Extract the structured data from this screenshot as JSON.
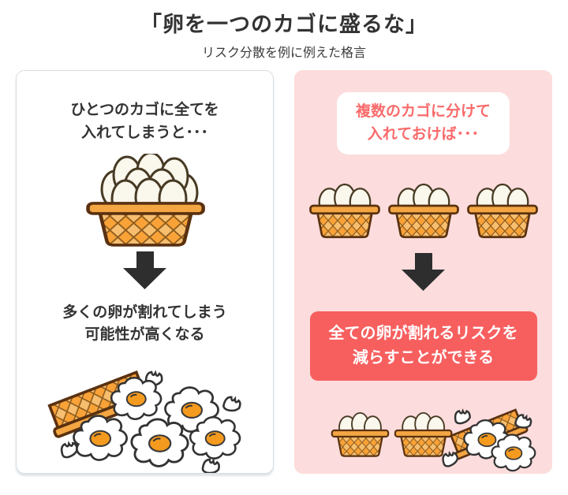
{
  "header": {
    "title": "「卵を一つのカゴに盛るな」",
    "subtitle": "リスク分散を例に例えた格言"
  },
  "left_panel": {
    "intro": {
      "line1": "ひとつのカゴに全てを",
      "line2": "入れてしまうと･･･"
    },
    "result": {
      "line1": "多くの卵が割れてしまう",
      "line2": "可能性が高くなる"
    }
  },
  "right_panel": {
    "intro": {
      "line1": "複数のカゴに分けて",
      "line2": "入れておけば･･･"
    },
    "result": {
      "line1": "全ての卵が割れるリスクを",
      "line2": "減らすことができる"
    }
  },
  "icons": {
    "left_illustration_top": "basket-full-of-eggs-icon",
    "left_illustration_bottom": "tipped-basket-broken-eggs-icon",
    "right_illustration_top": "three-baskets-of-eggs-icon",
    "right_illustration_bottom": "two-baskets-one-tipped-broken-icon",
    "arrow": "down-arrow-icon"
  },
  "colors": {
    "panel_pink": "#FCDCDC",
    "accent_red": "#F75F5F",
    "bubble_text_red": "#F96B6B",
    "basket_orange": "#F9A238",
    "basket_lattice_light": "#F7BE6F",
    "basket_outline": "#5A3110",
    "egg_fill": "#FAF7ED",
    "yolk_orange": "#F49A1F",
    "arrow_black": "#2E2E2E",
    "text_dark": "#333333"
  }
}
